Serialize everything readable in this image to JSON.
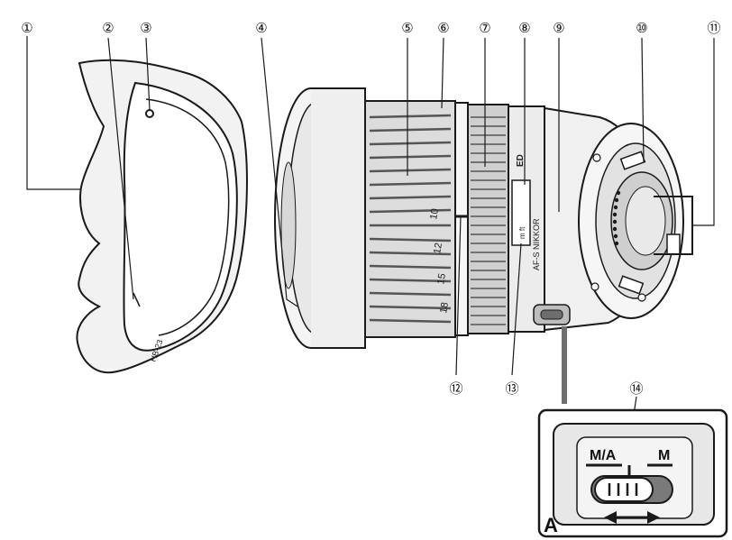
{
  "callouts": [
    {
      "id": 1,
      "label": "①"
    },
    {
      "id": 2,
      "label": "②"
    },
    {
      "id": 3,
      "label": "③"
    },
    {
      "id": 4,
      "label": "④"
    },
    {
      "id": 5,
      "label": "⑤"
    },
    {
      "id": 6,
      "label": "⑥"
    },
    {
      "id": 7,
      "label": "⑦"
    },
    {
      "id": 8,
      "label": "⑧"
    },
    {
      "id": 9,
      "label": "⑨"
    },
    {
      "id": 10,
      "label": "⑩"
    },
    {
      "id": 11,
      "label": "⑪"
    },
    {
      "id": 12,
      "label": "⑫"
    },
    {
      "id": 13,
      "label": "⑬"
    },
    {
      "id": 14,
      "label": "⑭"
    }
  ],
  "zoom_scale": [
    "10",
    "12",
    "15",
    "18"
  ],
  "hood_marking": "HB-23",
  "lens_markings": {
    "barrel_text": "AF-S NIKKOR",
    "vertical_text": "ED",
    "window_text": "m ft",
    "switch_text": "M/A M"
  },
  "inset": {
    "letter": "A",
    "mode_ma": "M/A",
    "mode_m": "M"
  },
  "colors": {
    "line": "#1a1a1a",
    "body_fill": "#efefef",
    "grip_dark": "#6e6e6e",
    "glass": "#cfcfcf"
  }
}
